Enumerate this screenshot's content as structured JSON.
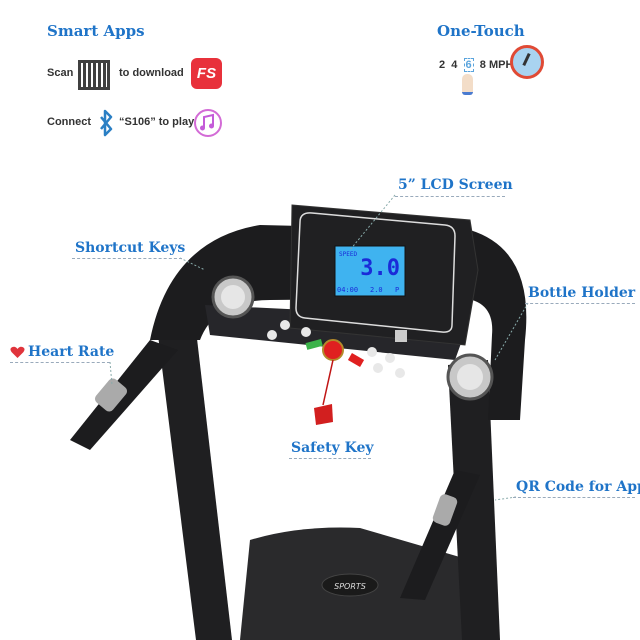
{
  "smart_apps": {
    "title": "Smart Apps",
    "scan_label": "Scan",
    "download_label": "to download",
    "app_icon_text": "FS",
    "app_icon_color": "#e8313b",
    "connect_label": "Connect",
    "play_label": "“S106” to play",
    "icons": [
      "qr-code-icon",
      "fs-app-icon",
      "bluetooth-icon",
      "music-icon"
    ]
  },
  "one_touch": {
    "title": "One-Touch",
    "speeds": [
      "2",
      "4",
      "6",
      "8"
    ],
    "unit": "MPH",
    "highlighted_speed": "6",
    "icons": [
      "hand-tap-icon",
      "speedometer-icon"
    ]
  },
  "callouts": {
    "lcd": "5” LCD Screen",
    "shortcut": "Shortcut Keys",
    "bottle": "Bottle Holder",
    "heart": "Heart Rate",
    "safety": "Safety Key",
    "qr": "QR Code for App"
  },
  "lcd_display": {
    "label": "SPEED",
    "main_value": "3.0",
    "time": "04:00",
    "secondary": "2.0",
    "mode": "P"
  },
  "brand": "SPORTS",
  "colors": {
    "accent": "#1f74c8",
    "lcd_bg": "#3fb3f0",
    "frame": "#1c1c1e",
    "heart": "#e0343c"
  }
}
